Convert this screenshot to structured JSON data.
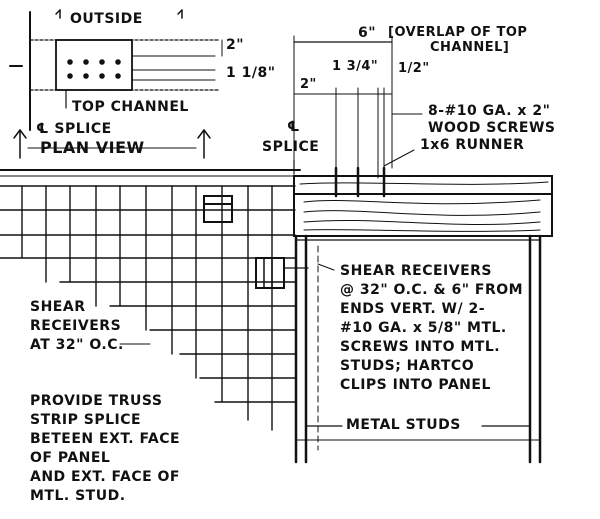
{
  "plan_detail": {
    "outside_label": "OUTSIDE",
    "dim_2": "2\"",
    "dim_1_1_8": "1 1/8\"",
    "top_channel_label": "TOP CHANNEL",
    "cl_splice_label": "℄ SPLICE",
    "plan_view_label": "PLAN VIEW"
  },
  "section_detail": {
    "dim_6": "6\"",
    "overlap_note": "[OVERLAP OF TOP",
    "overlap_note_2": "CHANNEL]",
    "dim_2": "2\"",
    "dim_1_3_4": "1 3/4\"",
    "dim_1_2": "1/2\"",
    "screws_label": "8-#10 GA. x 2\"",
    "screws_label_2": "WOOD SCREWS",
    "runner_label": "1x6 RUNNER",
    "cl_label": "℄",
    "splice_label": "SPLICE",
    "shear_receivers_note": [
      "SHEAR RECEIVERS",
      "@ 32\" O.C. & 6\" FROM",
      "ENDS VERT. W/ 2-",
      "#10 GA. x 5/8\" MTL.",
      "SCREWS INTO MTL.",
      "STUDS; HARTCO",
      "CLIPS INTO PANEL"
    ],
    "metal_studs_label": "METAL STUDS"
  },
  "left_notes": {
    "shear_receivers": [
      "SHEAR",
      "RECEIVERS",
      "AT 32\" O.C."
    ],
    "truss_splice": [
      "PROVIDE TRUSS",
      "STRIP SPLICE",
      "BETEEN EXT. FACE",
      "OF PANEL",
      "AND EXT. FACE OF",
      "MTL. STUD."
    ]
  }
}
